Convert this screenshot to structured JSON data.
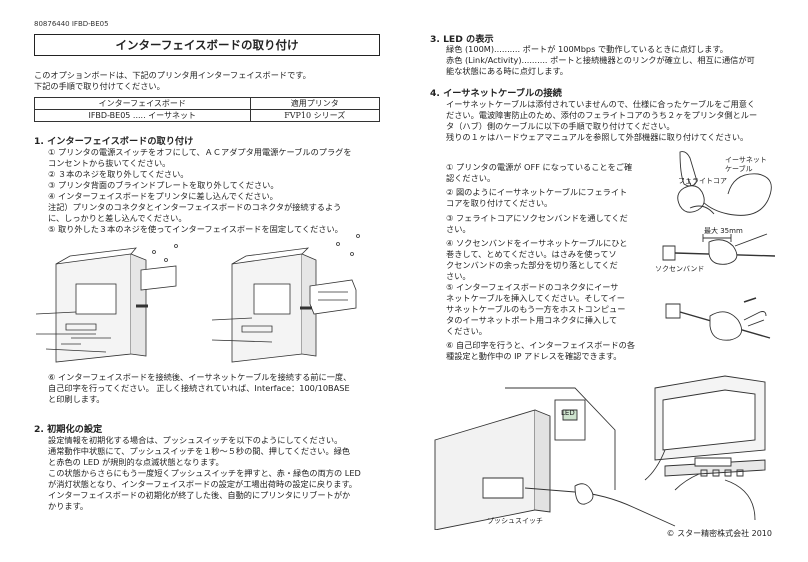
{
  "doc_id": "80876440  IFBD-BE05",
  "title": "インターフェイスボードの取り付け",
  "intro": [
    "このオプションボードは、下記のプリンタ用インターフェイスボードです。",
    "下記の手順で取り付けてください。"
  ],
  "table": {
    "headers": [
      "インターフェイスボード",
      "適用プリンタ"
    ],
    "row": [
      "IFBD-BE05 ..... イーサネット",
      "FVP10 シリーズ"
    ]
  },
  "section1": {
    "heading": "1.   インターフェイスボードの取り付け",
    "steps": [
      "① プリンタの電源スイッチをオフにして、ＡＣアダプタ用電源ケーブルのプラグを",
      "     コンセントから抜いてください。",
      "② ３本のネジを取り外してください。",
      "③ プリンタ背面のブラインドプレートを取り外してください。",
      "④ インターフェイスボードをプリンタに差し込んでください。",
      "     注記）プリンタのコネクタとインターフェイスボードのコネクタが接続するよう",
      "                に、しっかりと差し込んでください。",
      "⑤ 取り外した３本のネジを使ってインターフェイスボードを固定してください。"
    ],
    "step6": [
      "⑥  インターフェイスボードを接続後、イーサネットケーブルを接続する前に一度、",
      "     自己印字を行ってください。 正しく接続されていれば、Interface：100/10BASE",
      "     と印刷します。"
    ]
  },
  "section2": {
    "heading": "2.   初期化の設定",
    "body": [
      "設定情報を初期化する場合は、プッシュスイッチを以下のようにしてください。",
      "通常動作中状態にて、プッシュスイッチを１秒～５秒の間、押してください。緑色",
      "と赤色の LED が規則的な点滅状態となります。",
      "この状態からさらにもう一度短くプッシュスイッチを押すと、赤・緑色の両方の LED",
      "が消灯状態となり、インターフェイスボードの設定が工場出荷時の設定に戻ります。",
      "インターフェイスボードの初期化が終了した後、自動的にプリンタにリブートがか",
      "かります。"
    ]
  },
  "section3": {
    "heading": "3.   LED の表示",
    "lines": [
      "緑色 (100M)..........  ポートが 100Mbps で動作しているときに点灯します。",
      "赤色 (Link/Activity)..........  ポートと接続機器とのリンクが確立し、相互に通信が可",
      "                                       能な状態にある時に点灯します。"
    ]
  },
  "section4": {
    "heading": "4.   イーサネットケーブルの接続",
    "intro": [
      "イーサネットケーブルは添付されていませんので、仕様に合ったケーブルをご用意く",
      "ださい。電波障害防止のため、添付のフェライトコアのうち２ヶをプリンタ側とルー",
      "タ（ハブ）側のケーブルに以下の手順で取り付けてください。",
      "残りの１ヶはハードウェアマニュアルを参照して外部機器に取り付けてください。"
    ],
    "steps": [
      "①  プリンタの電源が OFF になっていることをご確",
      "     認ください。",
      "②  図のようにイーサネットケーブルにフェライト",
      "     コアを取り付けてください。",
      "③  フェライトコアにソクセンバンドを通してくだ",
      "     さい。",
      "④  ソクセンバンドをイーサネットケーブルにひと",
      "     巻きして、とめてください。はさみを使ってソ",
      "     クセンバンドの余った部分を切り落としてくだ",
      "     さい。",
      "⑤  インターフェイスボードのコネクタにイーサ",
      "     ネットケーブルを挿入してください。そしてイー",
      "     サネットケーブルのもう一方をホストコンピュー",
      "     タのイーサネットポート用コネクタに挿入して",
      "     ください。",
      "⑥  自己印字を行うと、インターフェイスボードの各",
      "     種設定と動作中の IP アドレスを確認できます。"
    ],
    "labels": {
      "ethernet_cable": "イーサネット\nケーブル",
      "ferrite_core": "フェライトコア",
      "max_35mm": "最大 35mm",
      "sokusen_band": "ソクセンバンド",
      "led": "LED",
      "push_switch": "プッシュスイッチ"
    }
  },
  "footer": "© スター精密株式会社   2010"
}
